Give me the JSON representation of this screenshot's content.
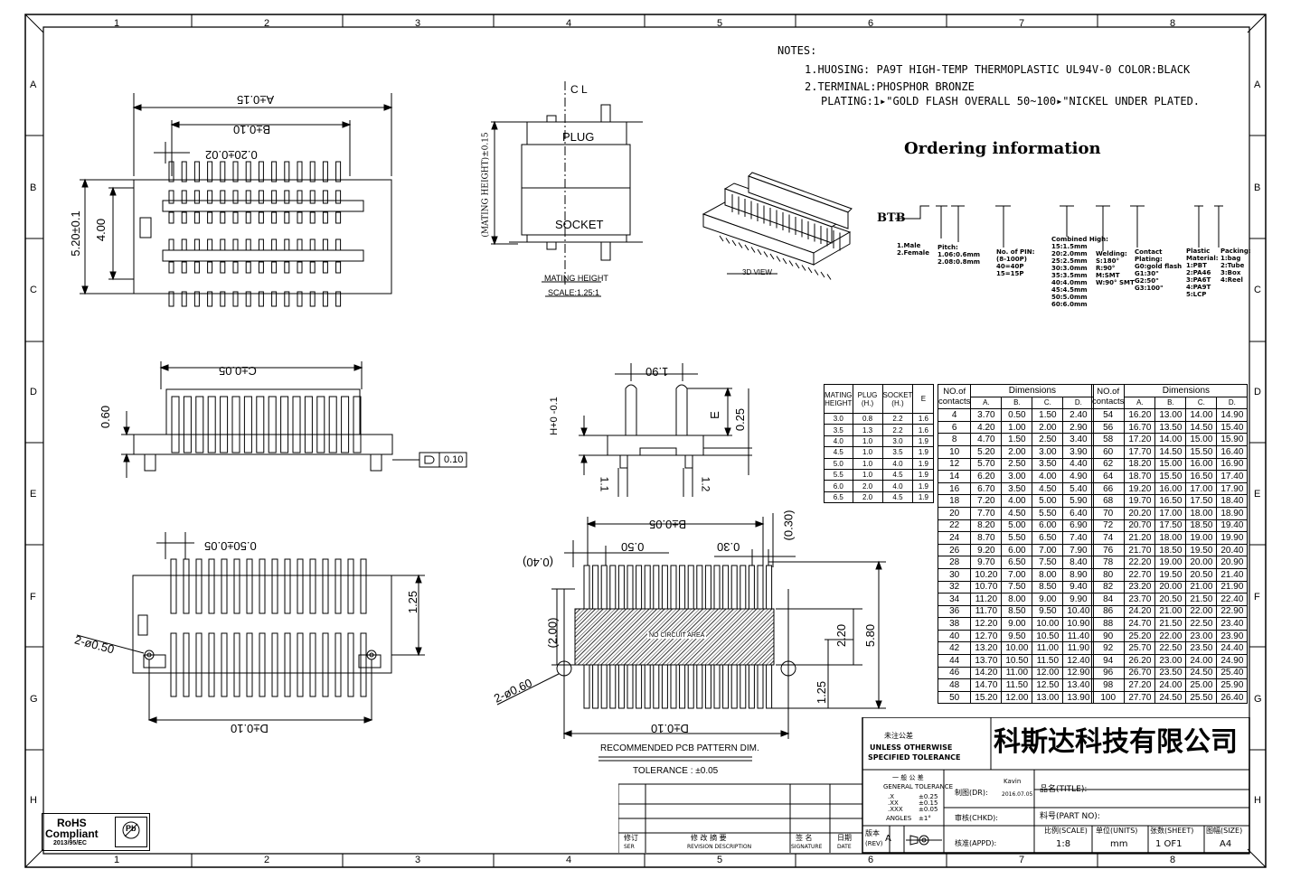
{
  "ruler": {
    "cols": [
      "1",
      "2",
      "3",
      "4",
      "5",
      "6",
      "7",
      "8"
    ],
    "rows": [
      "A",
      "B",
      "C",
      "D",
      "E",
      "F",
      "G",
      "H"
    ]
  },
  "notes": {
    "heading": "NOTES:",
    "line1": "1.HUOSING: PA9T HIGH-TEMP THERMOPLASTIC UL94V-0 COLOR:BLACK",
    "line2": "2.TERMINAL:PHOSPHOR BRONZE",
    "line3": "PLATING:1▸\"GOLD FLASH OVERALL 50~100▸\"NICKEL UNDER PLATED."
  },
  "ordering": {
    "title": "Ordering information",
    "prefix": "BTB",
    "male_female": "1.Male\n2.Female",
    "pitch": "Pitch:\n1.06:0.6mm\n2.08:0.8mm",
    "no_pin": "No. of PIN:\n(8-100P)\n40=40P\n15=15P",
    "combined": "Combined High:\n15:1.5mm\n20:2.0mm\n25:2.5mm\n30:3.0mm\n35:3.5mm\n40:4.0mm\n45:4.5mm\n50:5.0mm\n60:6.0mm",
    "welding": "Welding:\nS:180°\nR:90°\nM:SMT\nW:90° SMT",
    "contact": "Contact\nPlating:\nG0:gold flash\nG1:30\"\nG2:50\"\nG3:100\"",
    "plastic": "Plastic\nMaterial:\n1:PBT\n2:PA46\n3:PA6T\n4:PA9T\n5:LCP",
    "packing": "Packing:\n1:bag\n2:Tube\n3:Box\n4:Reel"
  },
  "labels": {
    "top_a": "A±0.15",
    "top_b": "B±0.10",
    "top_pitch": "0.20±0.02",
    "h520": "5.20±0.1",
    "h400": "4.00",
    "side_c": "C±0.05",
    "side_060": "0.60",
    "flat": "0.10",
    "bot_pitch": "0.50±0.05",
    "bot_125": "1.25",
    "bot_hole": "2-ø0.50",
    "bot_d": "D±0.10",
    "centerline": "C L",
    "plug": "PLUG",
    "socket": "SOCKET",
    "mating_vert": "(MATING HEIGHT)±0.15",
    "mating_title": "MATING HEIGHT",
    "mating_scale": "SCALE:1.25:1",
    "view3d": "3D  VIEW",
    "pin_190": "1.90",
    "pin_h": "H+0 -0.1",
    "pin_e": "E",
    "pin_025": "0.25",
    "pin_11": "1.1",
    "pin_12": "1.2",
    "pcb_b": "B±0.05",
    "pcb_050": "0.50",
    "pcb_030": "0.30",
    "pcb_030v": "(0.30)",
    "pcb_040": "(0.40)",
    "pcb_200": "(2.00)",
    "pcb_220": "2.20",
    "pcb_580": "5.80",
    "pcb_125": "1.25",
    "pcb_hole": "2-ø0.60",
    "pcb_d": "D±0.10",
    "no_circuit": "NO CIRCUIT AREA",
    "pcb_title": "RECOMMENDED PCB PATTERN DIM.",
    "tolerance": "TOLERANCE : ±0.05"
  },
  "mating_table": {
    "headers": [
      "MATING\nHEIGHT",
      "PLUG\n(H.)",
      "SOCKET\n(H.)",
      "E"
    ],
    "rows": [
      [
        "3.0",
        "0.8",
        "2.2",
        "1.6"
      ],
      [
        "3.5",
        "1.3",
        "2.2",
        "1.6"
      ],
      [
        "4.0",
        "1.0",
        "3.0",
        "1.9"
      ],
      [
        "4.5",
        "1.0",
        "3.5",
        "1.9"
      ],
      [
        "5.0",
        "1.0",
        "4.0",
        "1.9"
      ],
      [
        "5.5",
        "1.0",
        "4.5",
        "1.9"
      ],
      [
        "6.0",
        "2.0",
        "4.0",
        "1.9"
      ],
      [
        "6.5",
        "2.0",
        "4.5",
        "1.9"
      ]
    ]
  },
  "dim_table": {
    "no_header": "NO.of\ncontacts",
    "dim_header": "Dimensions",
    "cols": [
      "A.",
      "B.",
      "C.",
      "D."
    ],
    "left": [
      [
        "4",
        "3.70",
        "0.50",
        "1.50",
        "2.40"
      ],
      [
        "6",
        "4.20",
        "1.00",
        "2.00",
        "2.90"
      ],
      [
        "8",
        "4.70",
        "1.50",
        "2.50",
        "3.40"
      ],
      [
        "10",
        "5.20",
        "2.00",
        "3.00",
        "3.90"
      ],
      [
        "12",
        "5.70",
        "2.50",
        "3.50",
        "4.40"
      ],
      [
        "14",
        "6.20",
        "3.00",
        "4.00",
        "4.90"
      ],
      [
        "16",
        "6.70",
        "3.50",
        "4.50",
        "5.40"
      ],
      [
        "18",
        "7.20",
        "4.00",
        "5.00",
        "5.90"
      ],
      [
        "20",
        "7.70",
        "4.50",
        "5.50",
        "6.40"
      ],
      [
        "22",
        "8.20",
        "5.00",
        "6.00",
        "6.90"
      ],
      [
        "24",
        "8.70",
        "5.50",
        "6.50",
        "7.40"
      ],
      [
        "26",
        "9.20",
        "6.00",
        "7.00",
        "7.90"
      ],
      [
        "28",
        "9.70",
        "6.50",
        "7.50",
        "8.40"
      ],
      [
        "30",
        "10.20",
        "7.00",
        "8.00",
        "8.90"
      ],
      [
        "32",
        "10.70",
        "7.50",
        "8.50",
        "9.40"
      ],
      [
        "34",
        "11.20",
        "8.00",
        "9.00",
        "9.90"
      ],
      [
        "36",
        "11.70",
        "8.50",
        "9.50",
        "10.40"
      ],
      [
        "38",
        "12.20",
        "9.00",
        "10.00",
        "10.90"
      ],
      [
        "40",
        "12.70",
        "9.50",
        "10.50",
        "11.40"
      ],
      [
        "42",
        "13.20",
        "10.00",
        "11.00",
        "11.90"
      ],
      [
        "44",
        "13.70",
        "10.50",
        "11.50",
        "12.40"
      ],
      [
        "46",
        "14.20",
        "11.00",
        "12.00",
        "12.90"
      ],
      [
        "48",
        "14.70",
        "11.50",
        "12.50",
        "13.40"
      ],
      [
        "50",
        "15.20",
        "12.00",
        "13.00",
        "13.90"
      ]
    ],
    "right": [
      [
        "54",
        "16.20",
        "13.00",
        "14.00",
        "14.90"
      ],
      [
        "56",
        "16.70",
        "13.50",
        "14.50",
        "15.40"
      ],
      [
        "58",
        "17.20",
        "14.00",
        "15.00",
        "15.90"
      ],
      [
        "60",
        "17.70",
        "14.50",
        "15.50",
        "16.40"
      ],
      [
        "62",
        "18.20",
        "15.00",
        "16.00",
        "16.90"
      ],
      [
        "64",
        "18.70",
        "15.50",
        "16.50",
        "17.40"
      ],
      [
        "66",
        "19.20",
        "16.00",
        "17.00",
        "17.90"
      ],
      [
        "68",
        "19.70",
        "16.50",
        "17.50",
        "18.40"
      ],
      [
        "70",
        "20.20",
        "17.00",
        "18.00",
        "18.90"
      ],
      [
        "72",
        "20.70",
        "17.50",
        "18.50",
        "19.40"
      ],
      [
        "74",
        "21.20",
        "18.00",
        "19.00",
        "19.90"
      ],
      [
        "76",
        "21.70",
        "18.50",
        "19.50",
        "20.40"
      ],
      [
        "78",
        "22.20",
        "19.00",
        "20.00",
        "20.90"
      ],
      [
        "80",
        "22.70",
        "19.50",
        "20.50",
        "21.40"
      ],
      [
        "82",
        "23.20",
        "20.00",
        "21.00",
        "21.90"
      ],
      [
        "84",
        "23.70",
        "20.50",
        "21.50",
        "22.40"
      ],
      [
        "86",
        "24.20",
        "21.00",
        "22.00",
        "22.90"
      ],
      [
        "88",
        "24.70",
        "21.50",
        "22.50",
        "23.40"
      ],
      [
        "90",
        "25.20",
        "22.00",
        "23.00",
        "23.90"
      ],
      [
        "92",
        "25.70",
        "22.50",
        "23.50",
        "24.40"
      ],
      [
        "94",
        "26.20",
        "23.00",
        "24.00",
        "24.90"
      ],
      [
        "96",
        "26.70",
        "23.50",
        "24.50",
        "25.40"
      ],
      [
        "98",
        "27.20",
        "24.00",
        "25.00",
        "25.90"
      ],
      [
        "100",
        "27.70",
        "24.50",
        "25.50",
        "26.40"
      ]
    ]
  },
  "title_block": {
    "unspecified_cn": "未注公差",
    "unspecified_en1": "UNLESS OTHERWISE",
    "unspecified_en2": "SPECIFIED TOLERANCE",
    "company": "科斯达科技有限公司",
    "general_cn": "一 般 公 差",
    "general_en": "GENERAL TOLERANCE",
    "tol_x": ".X",
    "tol_x_v": "±0.25",
    "tol_xx": ".XX",
    "tol_xx_v": "±0.15",
    "tol_xxx": ".XXX",
    "tol_xxx_v": "±0.05",
    "tol_ang": "ANGLES",
    "tol_ang_v": "±1°",
    "drawn_lbl": "制图(DR):",
    "drawn_by": "Kavin",
    "drawn_date": "2016.07.05",
    "checked_lbl": "审核(CHKD):",
    "approved_lbl": "核准(APPD):",
    "title_lbl": "品名(TITLE):",
    "part_lbl": "料号(PART NO):",
    "rev_lbl": "版本",
    "rev_en": "(REV)",
    "rev_val": "A",
    "scale_lbl": "比例(SCALE)",
    "scale_val": "1:8",
    "unit_lbl": "单位(UNITS)",
    "unit_val": "mm",
    "sheet_lbl": "张数(SHEET)",
    "sheet_val": "1 OF1",
    "size_lbl": "图幅(SIZE)",
    "size_val": "A4",
    "col_ser_cn": "修订",
    "col_ser_en": "SER",
    "col_desc_cn": "修 改 摘 要",
    "col_desc_en": "REVISION DESCRIPTION",
    "col_sig_cn": "签 名",
    "col_sig_en": "SIGNATURE",
    "col_date_cn": "日期",
    "col_date_en": "DATE"
  },
  "rohs": {
    "line1": "RoHS",
    "line2": "Compliant",
    "line3": "2013/95/EC",
    "pb": "Pb"
  }
}
